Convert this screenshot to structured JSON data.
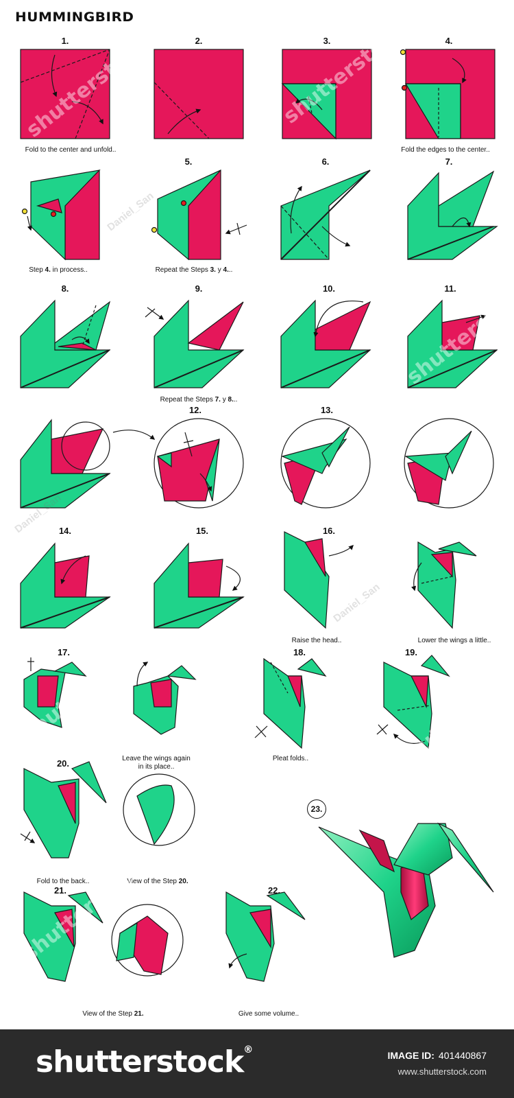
{
  "title": "HUMMINGBIRD",
  "colors": {
    "pink": "#e5175a",
    "green": "#1fd38a",
    "outline": "#1a1a1a"
  },
  "steps": [
    {
      "num": "1."
    },
    {
      "num": "2."
    },
    {
      "num": "3."
    },
    {
      "num": "4."
    },
    {
      "num": "5."
    },
    {
      "num": "6."
    },
    {
      "num": "7."
    },
    {
      "num": "8."
    },
    {
      "num": "9."
    },
    {
      "num": "10."
    },
    {
      "num": "11."
    },
    {
      "num": "12."
    },
    {
      "num": "13."
    },
    {
      "num": "14."
    },
    {
      "num": "15."
    },
    {
      "num": "16."
    },
    {
      "num": "17."
    },
    {
      "num": "18."
    },
    {
      "num": "19."
    },
    {
      "num": "20."
    },
    {
      "num": "21."
    },
    {
      "num": "22."
    },
    {
      "num": "23."
    }
  ],
  "captions": {
    "c1": "Fold to the center and unfold..",
    "c4": "Fold the edges to the center..",
    "c4p_a": "Step ",
    "c4p_b": "4.",
    "c4p_c": " in process..",
    "c5_a": "Repeat the Steps ",
    "c5_b": "3.",
    "c5_c": " y ",
    "c5_d": "4.",
    "c5_e": "..",
    "c9_a": "Repeat the Steps ",
    "c9_b": "7.",
    "c9_c": " y ",
    "c9_d": "8.",
    "c9_e": "..",
    "c16": "Raise the head..",
    "c16b": "Lower the wings a little..",
    "c17b_1": "Leave the wings again",
    "c17b_2": "in its place..",
    "c18": "Pleat folds..",
    "c20": "Fold to the back..",
    "c20b_a": "View of the Step ",
    "c20b_b": "20.",
    "c21_a": "View of the Step ",
    "c21_b": "21.",
    "c22": "Give some volume.."
  },
  "footer": {
    "brand": "shutterstock",
    "brand_mark": "®",
    "image_id_label": "IMAGE ID:",
    "image_id": "401440867",
    "site": "www.shutterstock.com"
  },
  "watermarks": {
    "shutter": "shutterstock",
    "author": "Daniel_San"
  }
}
